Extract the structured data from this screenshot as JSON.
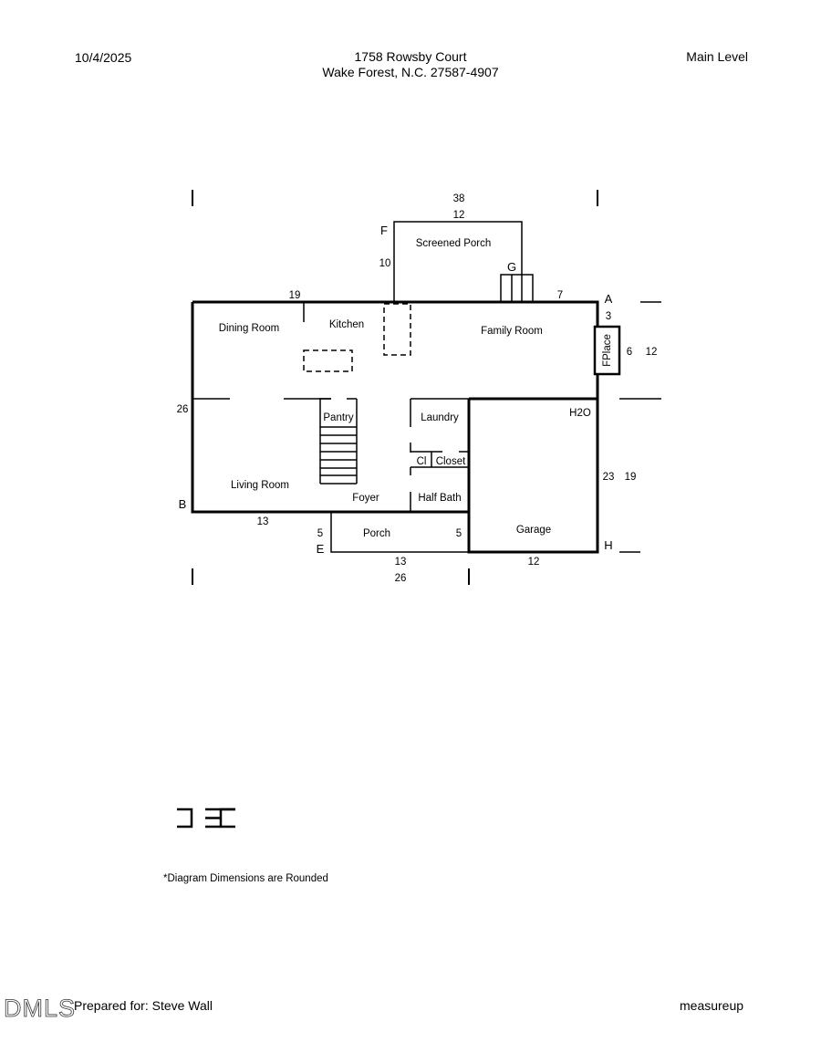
{
  "header": {
    "date": "10/4/2025",
    "address_line1": "1758 Rowsby Court",
    "address_line2": "Wake Forest, N.C. 27587-4907",
    "level": "Main Level"
  },
  "rooms": {
    "screened_porch": "Screened Porch",
    "dining_room": "Dining Room",
    "kitchen": "Kitchen",
    "family_room": "Family Room",
    "fireplace": "FPlace",
    "pantry": "Pantry",
    "laundry": "Laundry",
    "h2o": "H2O",
    "cl": "Cl",
    "closet": "Closet",
    "living_room": "Living Room",
    "foyer": "Foyer",
    "half_bath": "Half Bath",
    "porch": "Porch",
    "garage": "Garage"
  },
  "dimensions": {
    "overall_top": "38",
    "screened_porch_width": "12",
    "screened_porch_depth": "10",
    "top_left_run": "19",
    "top_right_run": "7",
    "fplace_offset": "3",
    "fplace_width": "6",
    "right_upper": "12",
    "left_side": "26",
    "garage_depth": "23",
    "right_lower": "19",
    "bottom_left_run": "13",
    "porch_left": "5",
    "porch_right": "5",
    "porch_width": "13",
    "overall_bottom": "26",
    "garage_width": "12"
  },
  "corner_labels": {
    "a": "A",
    "b": "B",
    "e": "E",
    "f": "F",
    "g": "G",
    "h": "H"
  },
  "note": "*Diagram Dimensions are Rounded",
  "footer": {
    "prepared_for": "Prepared for: Steve Wall",
    "company": "measureup",
    "watermark": "DMLS"
  }
}
